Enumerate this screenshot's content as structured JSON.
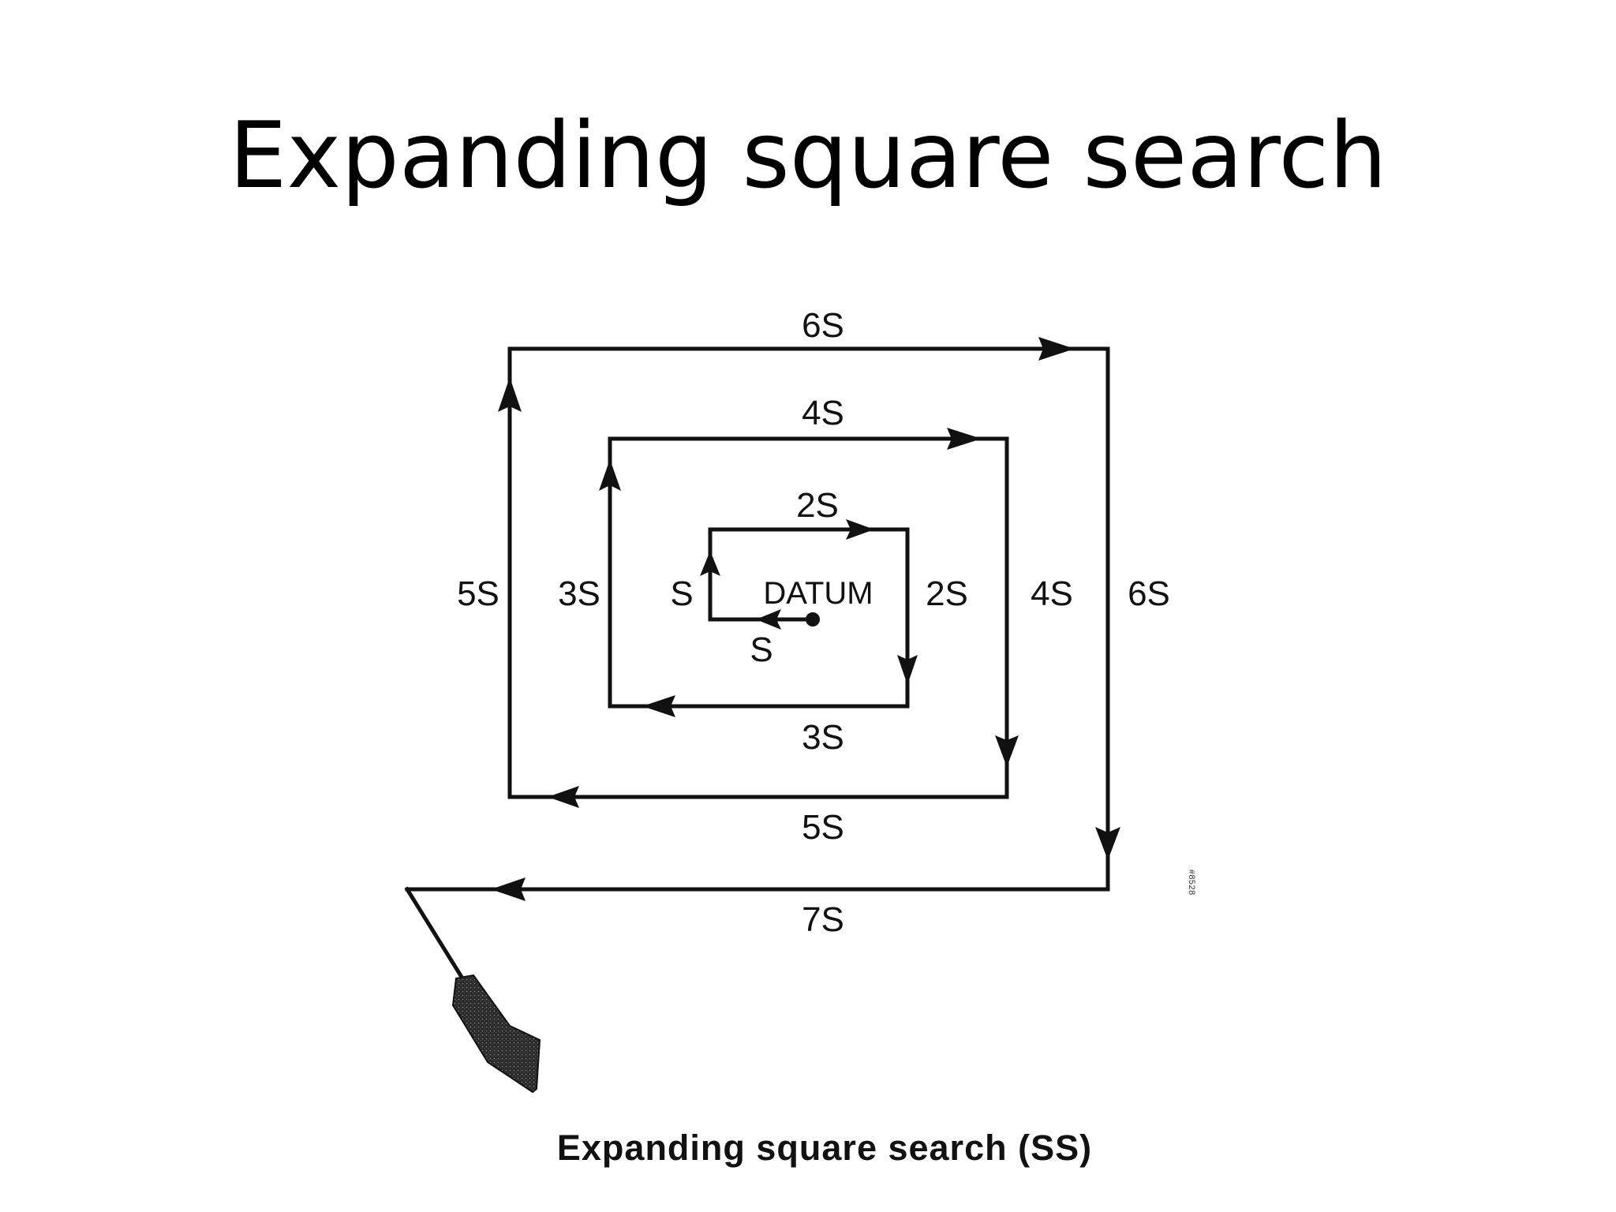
{
  "slide": {
    "title": "Expanding square search"
  },
  "diagram": {
    "caption": "Expanding square search (SS)",
    "datum_label": "DATUM",
    "leg_labels": {
      "first": "S",
      "second": "S",
      "third_top": "2S",
      "fourth_right": "2S",
      "fifth_bottom": "3S",
      "sixth_left": "3S",
      "seventh_top": "4S",
      "eighth_right": "4S",
      "ninth_bottom": "5S",
      "tenth_left": "5S",
      "eleventh_top": "6S",
      "twelfth_right": "6S",
      "thirteenth_bottom": "7S"
    },
    "figure_code": "#8528",
    "icons": {
      "datum": "datum-point-icon",
      "search_vessel": "search-vessel-icon"
    }
  }
}
